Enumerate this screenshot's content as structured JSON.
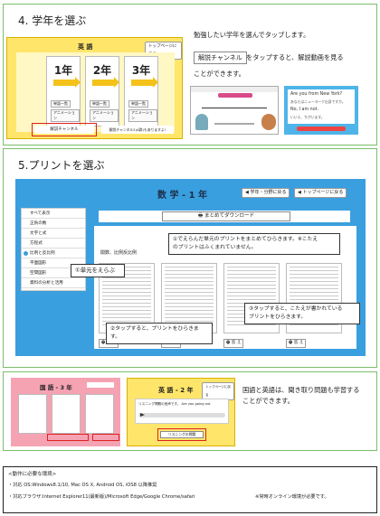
{
  "section4": {
    "title": "4. 学年を選ぶ",
    "note_line1": "勉強したい学年を選んでタップします。",
    "note_button": "解説チャンネル",
    "note_line2": "をタップすると、解説動画を見る",
    "note_line3": "ことができます。",
    "screenshot": {
      "subject": "英 語",
      "top_link": "トップページに戻る",
      "grades": [
        "1年",
        "2年",
        "3年"
      ],
      "sub_buttons": [
        "単語一覧",
        "アニメーション"
      ],
      "channel_button": "解説チャンネル",
      "channel_button_2": "解説チャンネル2(A群)もありますよ!"
    },
    "preview_right": {
      "heading": "Are you from New York?",
      "jp": "あなたはニューヨーク出身ですか。",
      "answer": "No, I am not.",
      "answer_jp": "いいえ、ちがいます。"
    }
  },
  "section5": {
    "title": "5.プリントを選ぶ",
    "screenshot": {
      "header": "数 学 - 1 年",
      "nav_back_grade": "学年・分野に戻る",
      "nav_top": "トップページに戻る",
      "menu": [
        "すべて表示",
        "正負の数",
        "文字と式",
        "方程式",
        "比例と反比例",
        "平面図形",
        "空間図形",
        "資料の分析と活用"
      ],
      "download_button": "まとめてダウンロード",
      "panel_label": "関数、比例反比例",
      "print_label": "答 え"
    },
    "callouts": {
      "c1": "①単元をえらぶ",
      "c2": "②タップすると、プリントをひらきます。",
      "c3_line1": "③タップすると、こたえが書かれている",
      "c3_line2": "プリントをひらきます。",
      "c4_line1": "①でえらんだ単元のプリントをまとめてひらきます。※こたえ",
      "c4_line2": "のプリントはふくまれていません。"
    }
  },
  "section6": {
    "kokugo_header": "国 語 - 3 年",
    "eigo_header": "英 語 - 2 年",
    "eigo_link": "トップページに戻る",
    "eigo_play_text": "リスニング問題の音声です。 Are you going out",
    "eigo_button": "リスニングの問題",
    "note_line1": "国語と英語は、聞き取り問題も学習する",
    "note_line2": "ことができます。"
  },
  "footer": {
    "heading": "<動作に必要な環境>",
    "os": "・対応 OS:Windows8.1/10, Mac OS X, Android OS, iOS8 以降推奨",
    "browser": "・対応ブラウザ:Internet Explorer11(最新版)/Microsoft Edge/Google Chrome/safari",
    "online": "※常時オンライン環境が必要です。"
  },
  "colors": {
    "frame_green": "#7bbf6a",
    "yellow": "#ffe66b",
    "blue": "#3a9fde",
    "red": "#e02020"
  }
}
